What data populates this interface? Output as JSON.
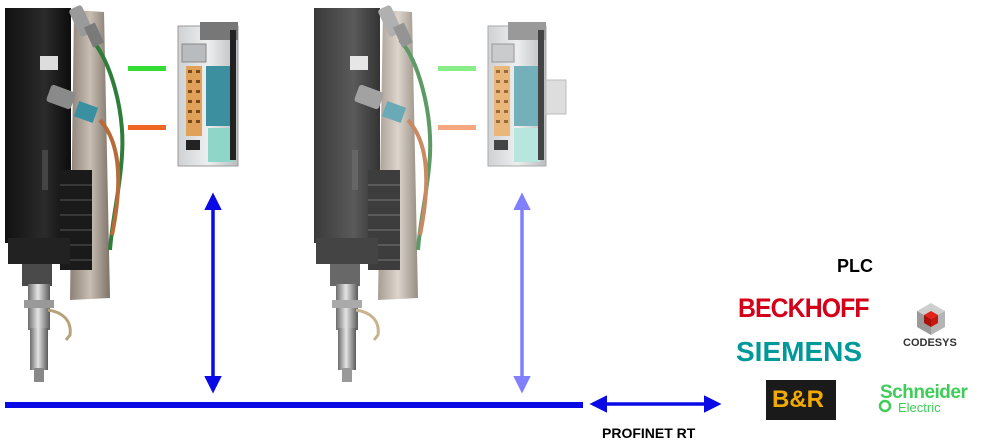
{
  "diagram": {
    "network_label": "PROFINET RT",
    "plc_heading": "PLC",
    "brands": {
      "beckhoff": "BECKHOFF",
      "siemens": "SIEMENS",
      "codesys": "CODESYS",
      "br": "B&R",
      "schneider_line1": "Schneider",
      "schneider_line2": "Electric"
    },
    "colors": {
      "bus_blue": "#0a0ae6",
      "bus_blue_light": "#8080ff",
      "signal_green": "#33dd33",
      "signal_green_light": "#88ee88",
      "signal_orange": "#ee6622",
      "signal_orange_light": "#f5a780",
      "beckhoff_red": "#d4001a",
      "siemens_teal": "#009999",
      "schneider_green": "#3dcd58"
    },
    "icons": [
      "screwdriver-unit-icon",
      "drive-controller-icon",
      "codesys-cube-icon"
    ]
  }
}
